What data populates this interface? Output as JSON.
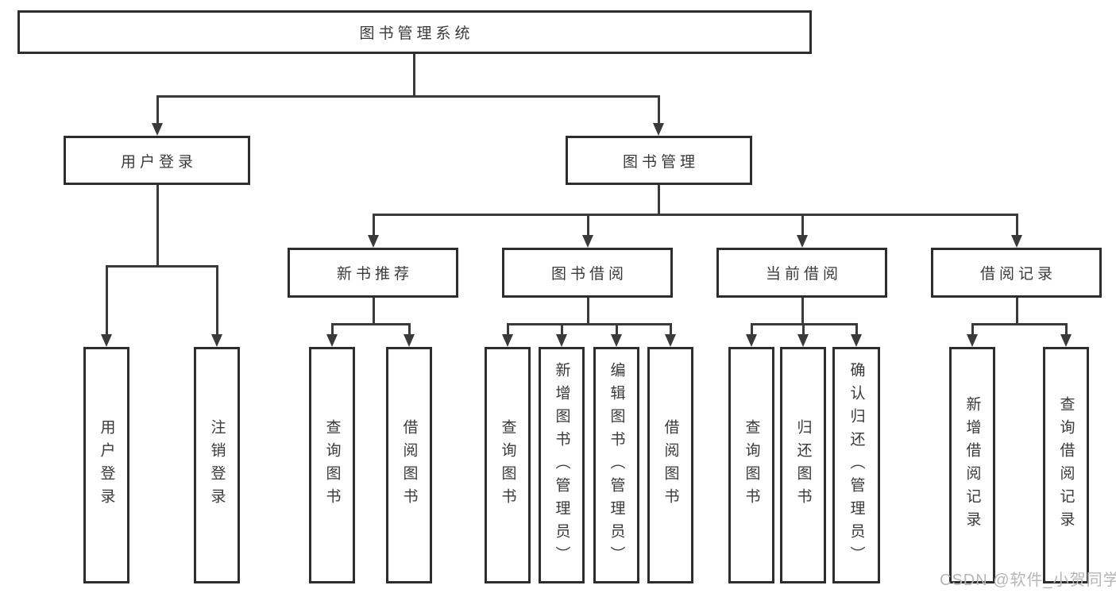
{
  "tree": {
    "root": "图书管理系统",
    "children": [
      {
        "label": "用户登录",
        "children": [
          "用户登录",
          "注销登录"
        ]
      },
      {
        "label": "图书管理",
        "children": [
          {
            "label": "新书推荐",
            "children": [
              "查询图书",
              "借阅图书"
            ]
          },
          {
            "label": "图书借阅",
            "children": [
              "查询图书",
              "新增图书（管理员）",
              "编辑图书（管理员）",
              "借阅图书"
            ]
          },
          {
            "label": "当前借阅",
            "children": [
              "查询图书",
              "归还图书",
              "确认归还（管理员）"
            ]
          },
          {
            "label": "借阅记录",
            "children": [
              "新增借阅记录",
              "查询借阅记录"
            ]
          }
        ]
      }
    ]
  },
  "watermark": {
    "text": "CSDN @软件_小贺同学",
    "color": "#b6b6b6"
  },
  "colors": {
    "background": "#ffffff",
    "box_border": "#2d2d2d",
    "line": "#3a3a3a",
    "text": "#3a3a3a"
  }
}
